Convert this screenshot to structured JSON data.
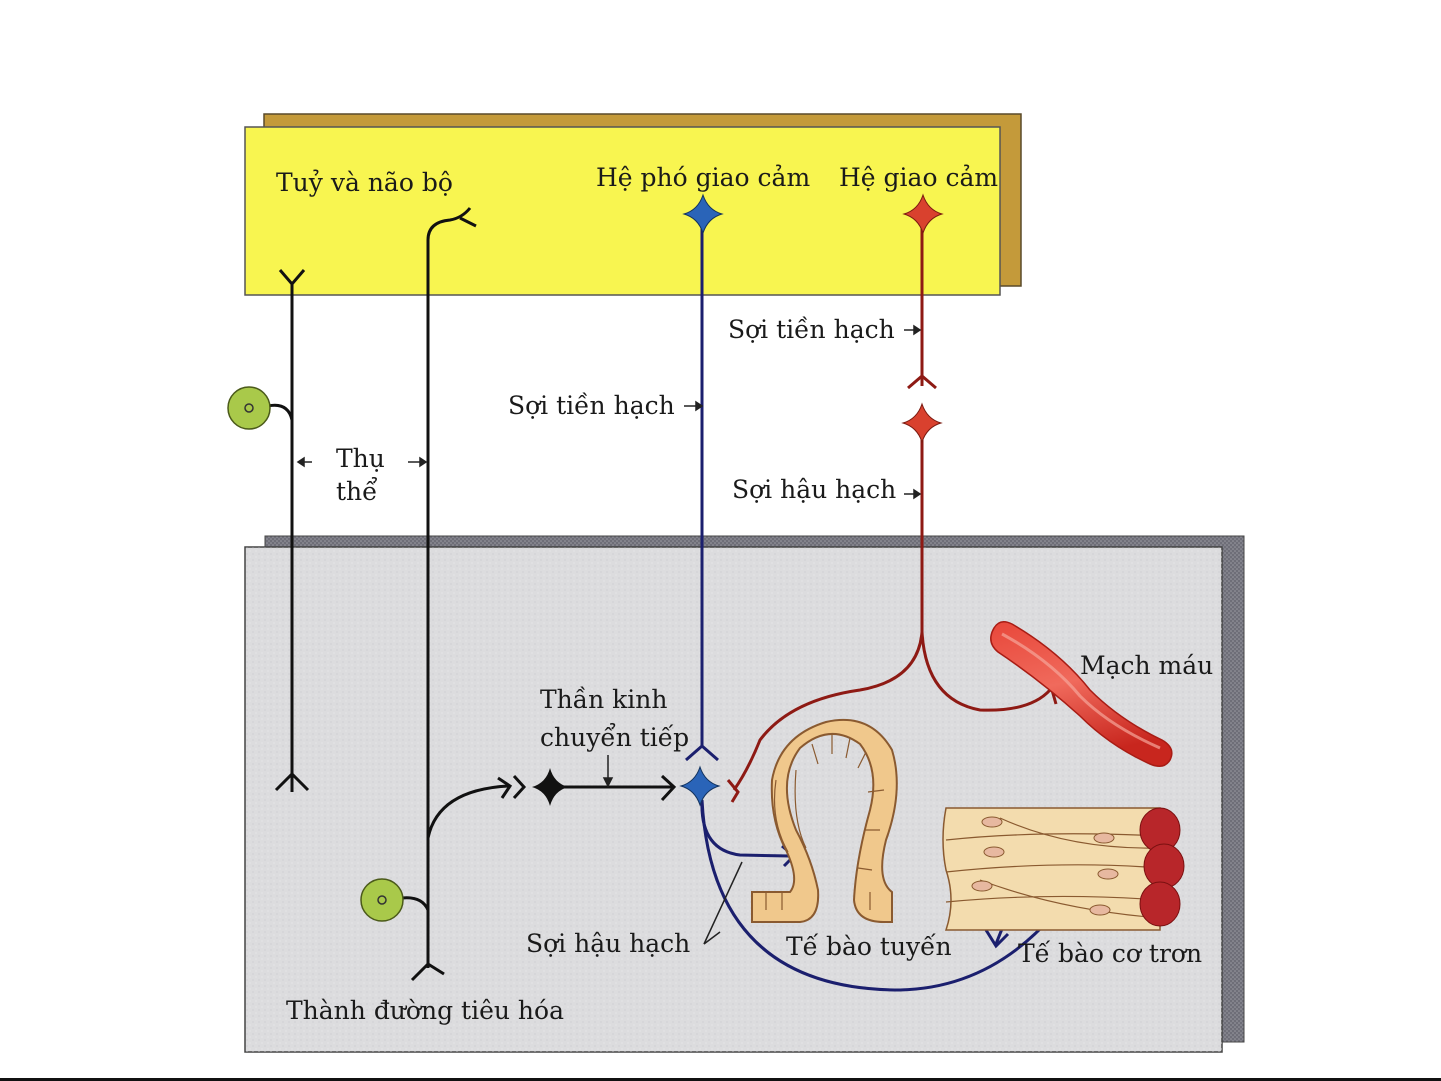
{
  "title": "Hệ thần kinh tự chủ và thành đường tiêu hóa",
  "colors": {
    "cns_box_fill": "#f8f550",
    "cns_box_shadow": "#c49a3a",
    "gut_box_fill": "#dcdcde",
    "gut_box_shadow": "#6e6e78",
    "parasympathetic": "#1b1f6e",
    "parasympathetic_node": "#2a64b8",
    "sympathetic": "#8e1a14",
    "sympathetic_node": "#d9412e",
    "sensory": "#111111",
    "receptor_cell": "#a9c94a",
    "gland_fill": "#f0c88c",
    "muscle_fill": "#f3dcae",
    "muscle_end": "#b8262a",
    "vessel": "#e0332a"
  },
  "labels": {
    "cns": "Tuỷ và não bộ",
    "parasympathetic": "Hệ phó giao cảm",
    "sympathetic": "Hệ giao cảm",
    "para_preganglionic": "Sợi tiền hạch",
    "symp_preganglionic": "Sợi tiền hạch",
    "symp_postganglionic": "Sợi hậu hạch",
    "receptor_line1": "Thụ",
    "receptor_line2": "thể",
    "interneuron_line1": "Thần kinh",
    "interneuron_line2": "chuyển tiếp",
    "blood_vessel": "Mạch máu",
    "para_postganglionic": "Sợi hậu hạch",
    "gland_cells": "Tế bào tuyến",
    "smooth_muscle": "Tế bào cơ trơn",
    "gut_wall": "Thành đường tiêu hóa"
  }
}
